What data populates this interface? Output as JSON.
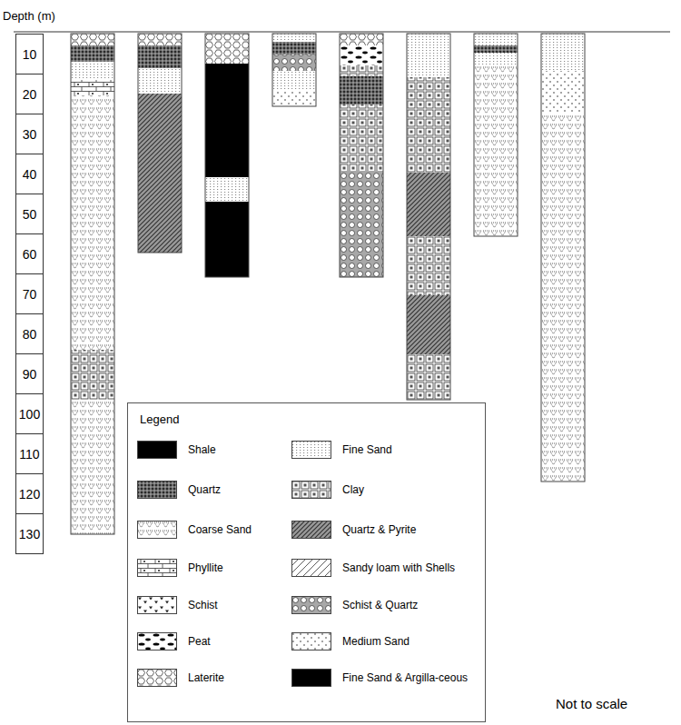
{
  "diagram": {
    "nodes": [
      {
        "text": [
          "10"
        ]
      },
      {
        "text": [
          "20"
        ]
      },
      {
        "text": [
          "30"
        ]
      },
      {
        "text": [
          "40"
        ]
      },
      {
        "text": [
          "50"
        ]
      },
      {
        "text": [
          "60"
        ]
      },
      {
        "text": [
          "70"
        ]
      },
      {
        "text": [
          "80"
        ]
      },
      {
        "text": [
          "90"
        ]
      },
      {
        "text": [
          "100"
        ]
      },
      {
        "text": [
          "110"
        ]
      },
      {
        "text": [
          "120"
        ]
      },
      {
        "text": [
          "130"
        ]
      },
      {
        "text": [
          "Legend"
        ]
      }
    ],
    "labels": [
      "Depth (m)",
      "Not to scale"
    ],
    "legend": [
      {
        "text": "Shale",
        "color": "#000000"
      },
      {
        "text": "Fine Sand"
      },
      {
        "text": "Quartz"
      },
      {
        "text": "Clay"
      },
      {
        "text": "Coarse Sand"
      },
      {
        "text": "Quartz & Pyrite"
      },
      {
        "text": "Phyllite"
      },
      {
        "text": "Sandy loam with Shells"
      },
      {
        "text": "Schist"
      },
      {
        "text": "Schist & Quartz"
      },
      {
        "text": "Peat"
      },
      {
        "text": "Medium Sand"
      },
      {
        "text": "Laterite"
      },
      {
        "text": "Fine Sand & Argilla-ceous",
        "color": "#000000"
      }
    ]
  }
}
